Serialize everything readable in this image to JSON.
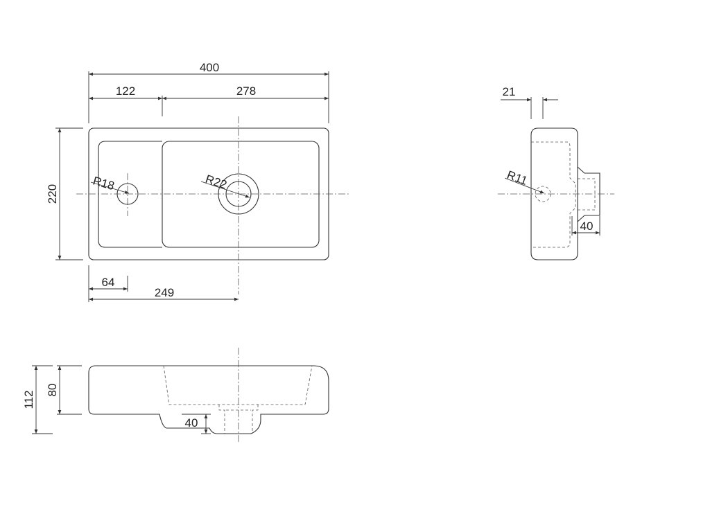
{
  "colors": {
    "line": "#333333",
    "background": "#ffffff"
  },
  "top_view": {
    "dims": {
      "overall_width": "400",
      "left_section": "122",
      "right_section": "278",
      "depth": "220",
      "left_hole_offset": "64",
      "main_hole_offset": "249",
      "left_hole_radius": "R18",
      "main_hole_radius": "R22"
    }
  },
  "side_view": {
    "dims": {
      "rim": "21",
      "hole_radius": "R11",
      "outlet": "40"
    }
  },
  "front_view": {
    "dims": {
      "total_height": "112",
      "body_height": "80",
      "outlet_depth": "40"
    }
  }
}
